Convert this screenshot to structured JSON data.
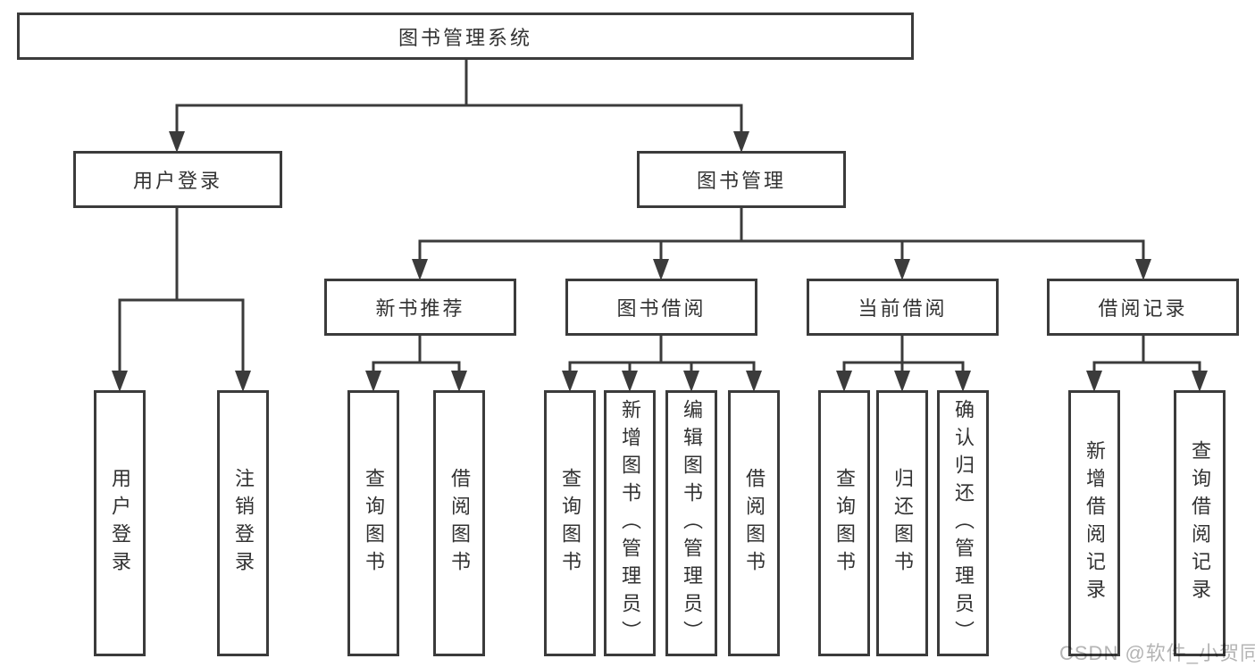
{
  "diagram": {
    "root": "图书管理系统",
    "branches": [
      {
        "label": "用户登录",
        "leaves": [
          "用户登录",
          "注销登录"
        ]
      },
      {
        "label": "图书管理",
        "groups": [
          {
            "label": "新书推荐",
            "leaves": [
              "查询图书",
              "借阅图书"
            ]
          },
          {
            "label": "图书借阅",
            "leaves": [
              "查询图书",
              "新增图书（管理员）",
              "编辑图书（管理员）",
              "借阅图书"
            ]
          },
          {
            "label": "当前借阅",
            "leaves": [
              "查询图书",
              "归还图书",
              "确认归还（管理员）"
            ]
          },
          {
            "label": "借阅记录",
            "leaves": [
              "新增借阅记录",
              "查询借阅记录"
            ]
          }
        ]
      }
    ]
  },
  "watermark": "CSDN @软件_小贺同学",
  "colors": {
    "line": "#3b3b3b",
    "text": "#323232",
    "box_background": "#ffffff",
    "page_background": "#ffffff",
    "watermark": "#b4b4b4"
  }
}
